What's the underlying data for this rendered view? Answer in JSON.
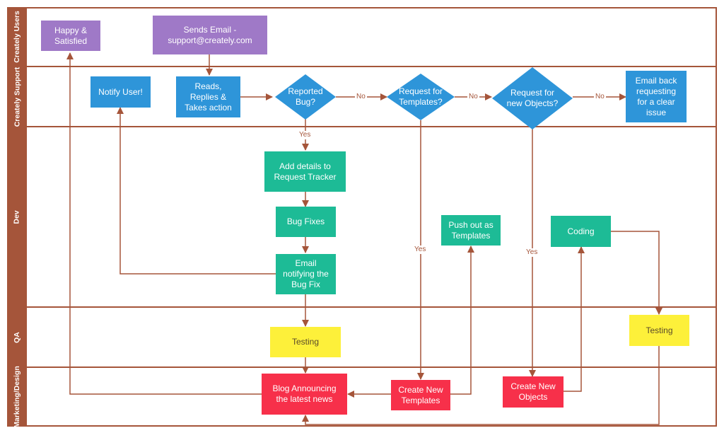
{
  "colors": {
    "lane": "#a5553a",
    "purple": "#9f79c7",
    "blue": "#2e95d9",
    "green": "#1dbb96",
    "yellow": "#fdf03a",
    "red": "#f7304a"
  },
  "lanes": {
    "users": "Creately Users",
    "support": "Creately Support",
    "dev": "Dev",
    "qa": "QA",
    "marketing": "Marketing/Design"
  },
  "nodes": {
    "happy": "Happy &\nSatisfied",
    "sends_email": "Sends Email -\nsupport@creately.com",
    "notify_user": "Notify User!",
    "reads": "Reads,\nReplies &\nTakes action",
    "reported_bug": "Reported\nBug?",
    "request_templates": "Request for\nTemplates?",
    "request_objects": "Request for\nnew Objects?",
    "email_back": "Email back\nrequesting\nfor a clear\nissue",
    "add_details": "Add details to\nRequest Tracker",
    "bug_fixes": "Bug Fixes",
    "email_notifying": "Email\nnotifying the\nBug Fix",
    "push_out": "Push out as\nTemplates",
    "coding": "Coding",
    "testing_1": "Testing",
    "testing_2": "Testing",
    "blog": "Blog Announcing\nthe latest news",
    "create_templates": "Create New\nTemplates",
    "create_objects": "Create New\nObjects"
  },
  "edge_labels": {
    "no_1": "No",
    "no_2": "No",
    "no_3": "No",
    "yes_bug": "Yes",
    "yes_templates": "Yes",
    "yes_objects": "Yes"
  }
}
